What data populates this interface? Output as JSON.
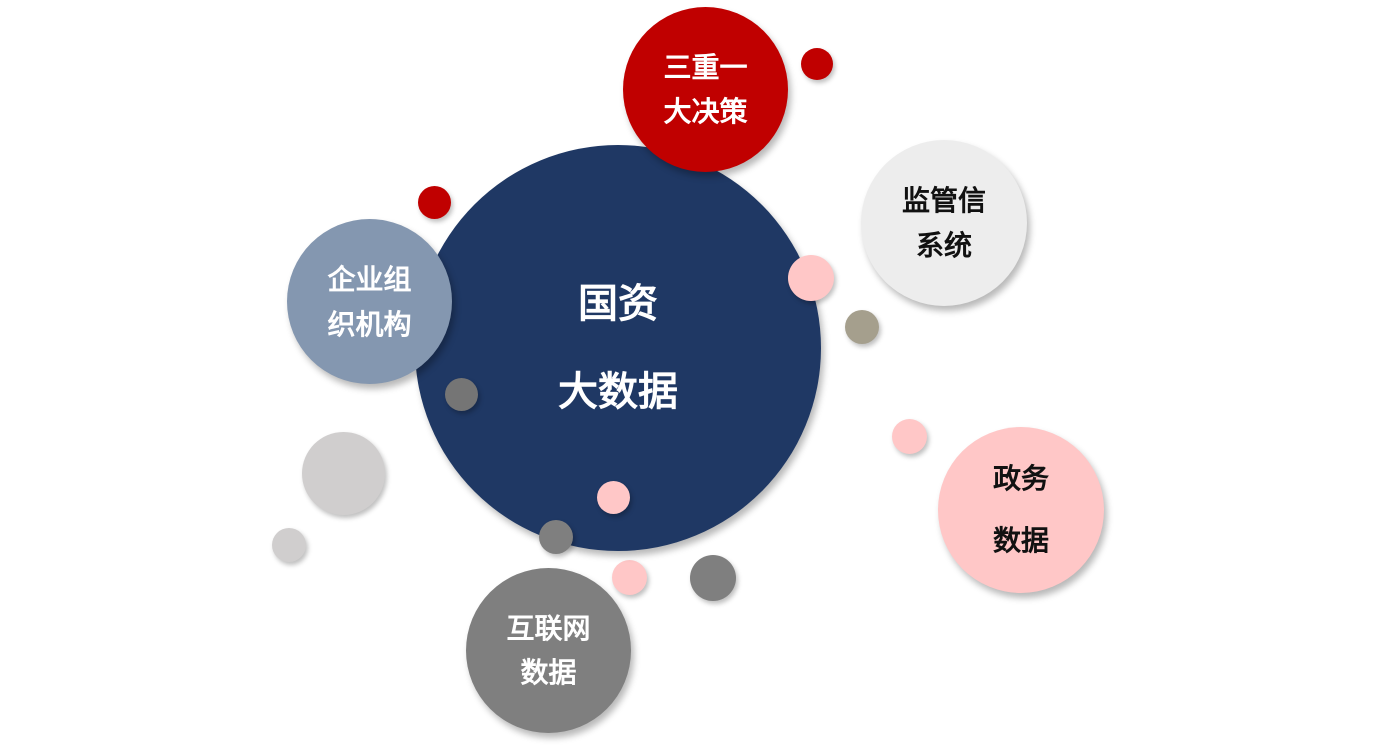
{
  "colors": {
    "navy": "#1f3864",
    "red": "#c00000",
    "steel_blue": "#8497b0",
    "light_gray": "#ededed",
    "pink": "#ffc7c7",
    "gray": "#7f7f7f",
    "dark_gray": "#757575",
    "silver": "#d0cece",
    "taupe": "#a59f8d"
  },
  "center": {
    "line1": "国资",
    "line2": "大数据"
  },
  "bubbles": {
    "decision": {
      "line1": "三重一",
      "line2": "大决策"
    },
    "supervision": {
      "line1": "监管信",
      "line2": "系统"
    },
    "org": {
      "line1": "企业组",
      "line2": "织机构"
    },
    "gov": {
      "line1": "政务",
      "line2": "数据"
    },
    "internet": {
      "line1": "互联网",
      "line2": "数据"
    }
  }
}
